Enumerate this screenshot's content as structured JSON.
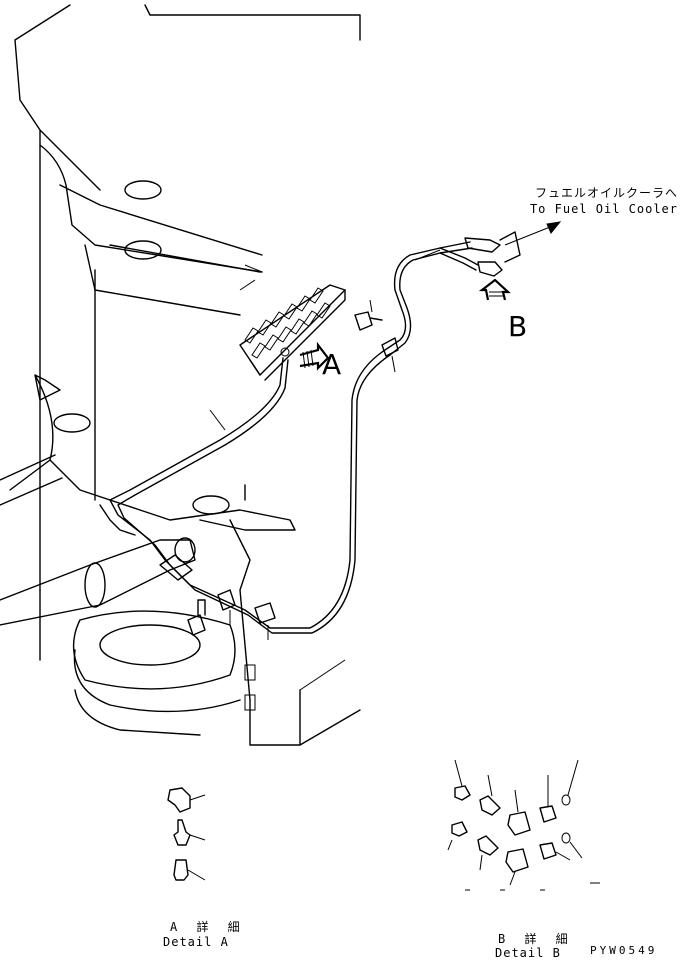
{
  "labels": {
    "arrow_a": "A",
    "arrow_b": "B",
    "destination_jp": "フュエルオイルクーラへ",
    "destination_en": "To Fuel Oil Cooler",
    "detail_a_jp": "A 詳 細",
    "detail_a_en": "Detail A",
    "detail_b_jp": "B 詳 細",
    "detail_b_en": "Detail B",
    "drawing_code": "PYW0549"
  },
  "colors": {
    "line": "#000000",
    "background": "#ffffff"
  }
}
